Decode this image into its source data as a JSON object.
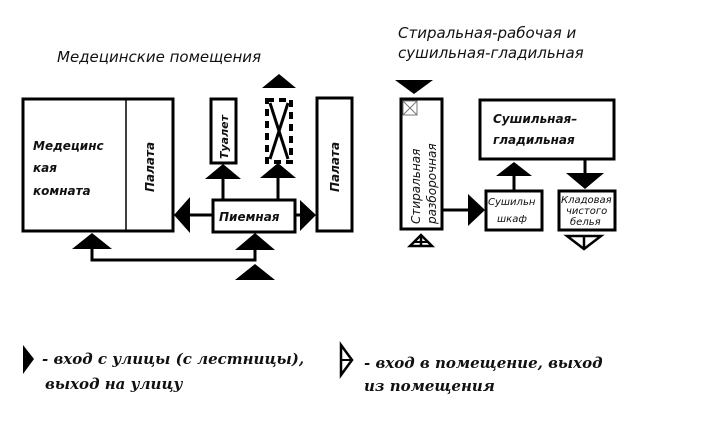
{
  "left_section": {
    "title": "Медецинские помещения",
    "medical_room": [
      "Медецинс",
      "кая",
      "комната"
    ],
    "ward_1": "Палата",
    "toilet": "Туалет",
    "reception": "Пиемная",
    "ward_2": "Палата"
  },
  "right_section": {
    "title_line1": "Стиральная-рабочая и",
    "title_line2": "сушильная-гладильная",
    "washing_line1": "Стиральная",
    "washing_line2": "разборочная",
    "drying_ironing_line1": "Сушильная–",
    "drying_ironing_line2": "гладильная",
    "drying_cabinet_line1": "Сушильн",
    "drying_cabinet_line2": "шкаф",
    "clean_linen_line1": "Кладовая",
    "clean_linen_line2": "чистого",
    "clean_linen_line3": "белья"
  },
  "legend": {
    "street_entry_line1": "- вход с улицы (с лестницы),",
    "street_entry_line2": "выход на улицу",
    "room_entry_line1": "- вход в помещение, выход",
    "room_entry_line2": "из помещения"
  }
}
